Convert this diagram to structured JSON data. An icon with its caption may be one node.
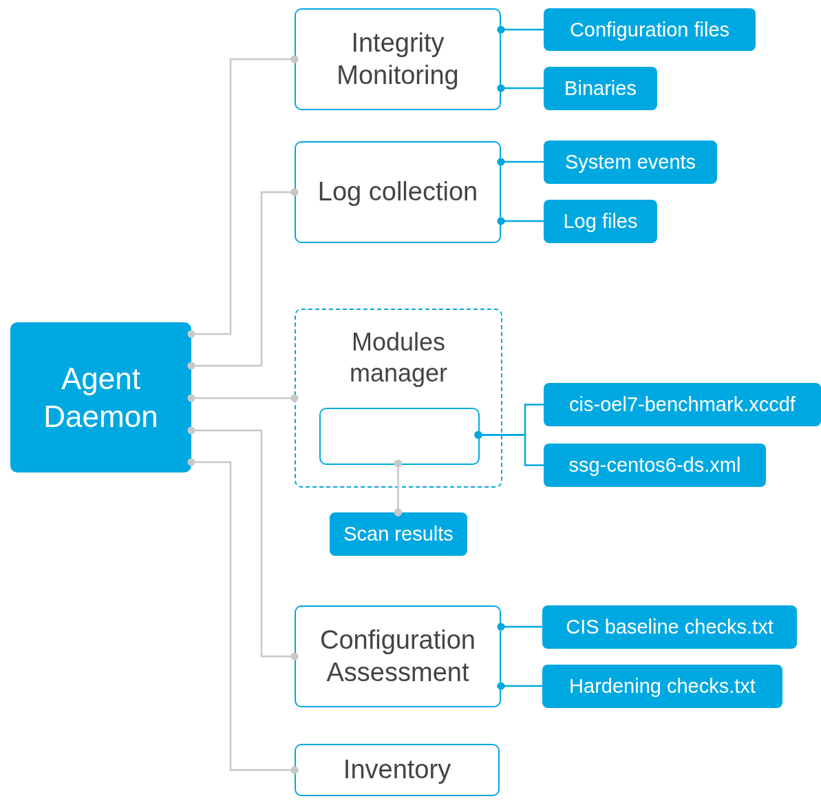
{
  "diagram": {
    "nodes": [
      {
        "text": [
          "Agent Daemon"
        ]
      },
      {
        "text": [
          "Integrity Monitoring"
        ]
      },
      {
        "text": [
          "Configuration files"
        ]
      },
      {
        "text": [
          "Binaries"
        ]
      },
      {
        "text": [
          "Log collection"
        ]
      },
      {
        "text": [
          "System events"
        ]
      },
      {
        "text": [
          "Log files"
        ]
      },
      {
        "text": [
          "Modules manager"
        ]
      },
      {
        "text": [],
        "shape": "box",
        "in": 7
      },
      {
        "text": [
          "cis-oel7-benchmark.xccdf"
        ]
      },
      {
        "text": [
          "ssg-centos6-ds.xml"
        ]
      },
      {
        "text": [
          "Scan results"
        ]
      },
      {
        "text": [
          "Configuration Assessment"
        ]
      },
      {
        "text": [
          "CIS baseline checks.txt"
        ]
      },
      {
        "text": [
          "Hardening checks.txt"
        ]
      },
      {
        "text": [
          "Inventory"
        ]
      }
    ],
    "edges": [
      {
        "from": 0,
        "to": 1,
        "arrow": "other",
        "color": "#c8c8c8"
      },
      {
        "from": 0,
        "to": 4,
        "arrow": "other",
        "color": "#c8c8c8"
      },
      {
        "from": 0,
        "to": 7,
        "arrow": "other",
        "color": "#c8c8c8"
      },
      {
        "from": 0,
        "to": 12,
        "arrow": "other",
        "color": "#c8c8c8"
      },
      {
        "from": 0,
        "to": 15,
        "arrow": "other",
        "color": "#c8c8c8"
      },
      {
        "from": 1,
        "to": 2,
        "arrow": "other"
      },
      {
        "from": 1,
        "to": 3,
        "arrow": "other"
      },
      {
        "from": 4,
        "to": 5,
        "arrow": "other"
      },
      {
        "from": 4,
        "to": 6,
        "arrow": "other"
      },
      {
        "from": 8,
        "to": 9,
        "arrow": "other"
      },
      {
        "from": 8,
        "to": 10,
        "arrow": "other"
      },
      {
        "from": 8,
        "to": 11,
        "arrow": "other",
        "color": "#c8c8c8"
      },
      {
        "from": 12,
        "to": 13,
        "arrow": "other"
      },
      {
        "from": 12,
        "to": 14,
        "arrow": "other"
      }
    ]
  }
}
